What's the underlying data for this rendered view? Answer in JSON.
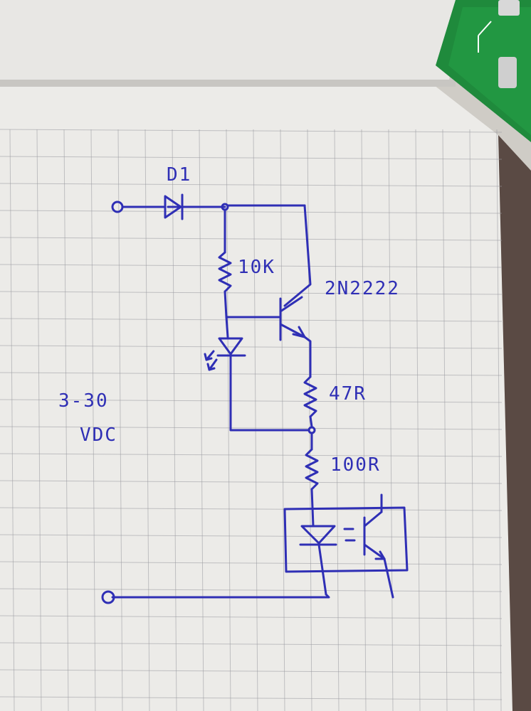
{
  "labels": {
    "diode_d1": "D1",
    "resistor_10k": "10K",
    "transistor": "2N2222",
    "resistor_47r": "47R",
    "resistor_100r": "100R",
    "voltage_line1": "3-30",
    "voltage_line2": "VDC"
  },
  "colors": {
    "ink": "#2f2fb5",
    "paper": "#ecebe8",
    "pcb": "#1f8a3c"
  }
}
